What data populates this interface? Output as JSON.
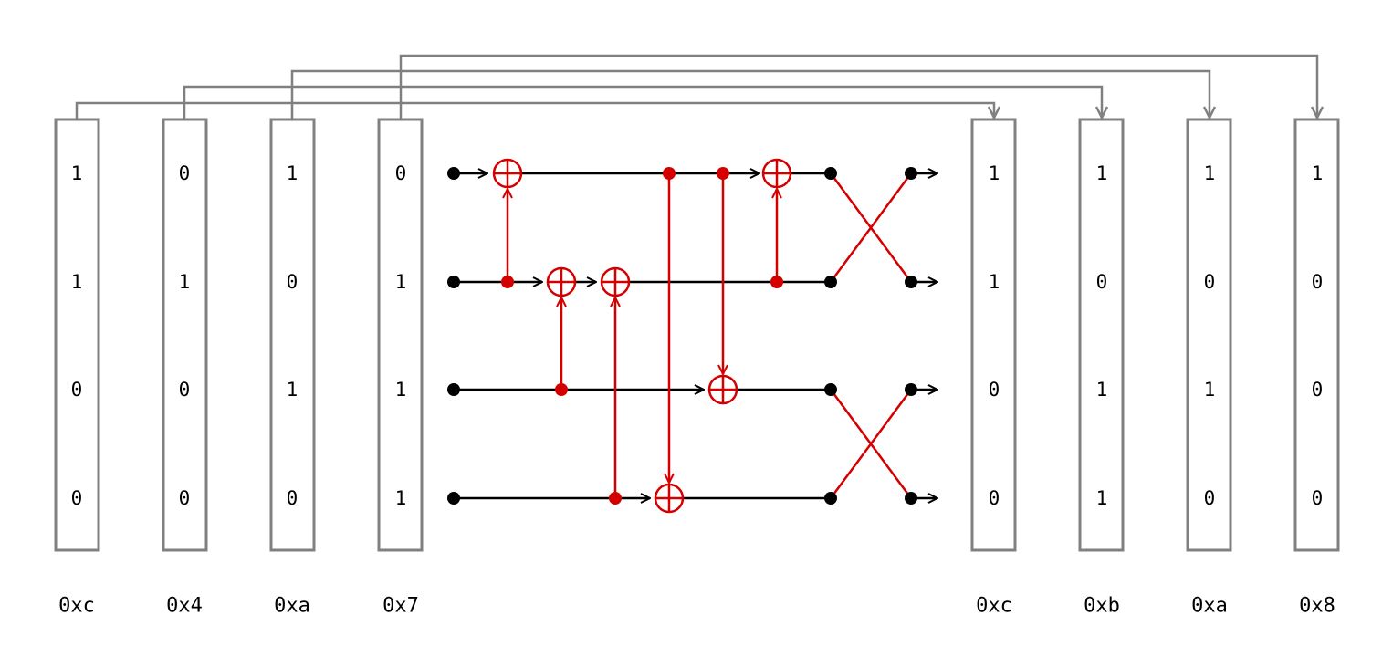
{
  "input_columns": [
    {
      "bits": [
        "1",
        "1",
        "0",
        "0"
      ],
      "hex": "0xc"
    },
    {
      "bits": [
        "0",
        "1",
        "0",
        "0"
      ],
      "hex": "0x4"
    },
    {
      "bits": [
        "1",
        "0",
        "1",
        "0"
      ],
      "hex": "0xa"
    },
    {
      "bits": [
        "0",
        "1",
        "1",
        "1"
      ],
      "hex": "0x7"
    }
  ],
  "output_columns": [
    {
      "bits": [
        "1",
        "1",
        "0",
        "0"
      ],
      "hex": "0xc"
    },
    {
      "bits": [
        "1",
        "0",
        "1",
        "1"
      ],
      "hex": "0xb"
    },
    {
      "bits": [
        "1",
        "0",
        "1",
        "0"
      ],
      "hex": "0xa"
    },
    {
      "bits": [
        "1",
        "0",
        "0",
        "0"
      ],
      "hex": "0x8"
    }
  ],
  "circuit": {
    "wires": 4,
    "xor_gates": [
      {
        "control": 1,
        "target": 0
      },
      {
        "control": 2,
        "target": 1
      },
      {
        "control": 3,
        "target": 1
      },
      {
        "control": 0,
        "target": 3
      },
      {
        "control": 0,
        "target": 2
      },
      {
        "control": 1,
        "target": 0
      }
    ],
    "swaps": [
      [
        0,
        1
      ],
      [
        2,
        3
      ]
    ]
  },
  "colors": {
    "box": "#808080",
    "wire": "#000000",
    "xor": "#d40000"
  }
}
